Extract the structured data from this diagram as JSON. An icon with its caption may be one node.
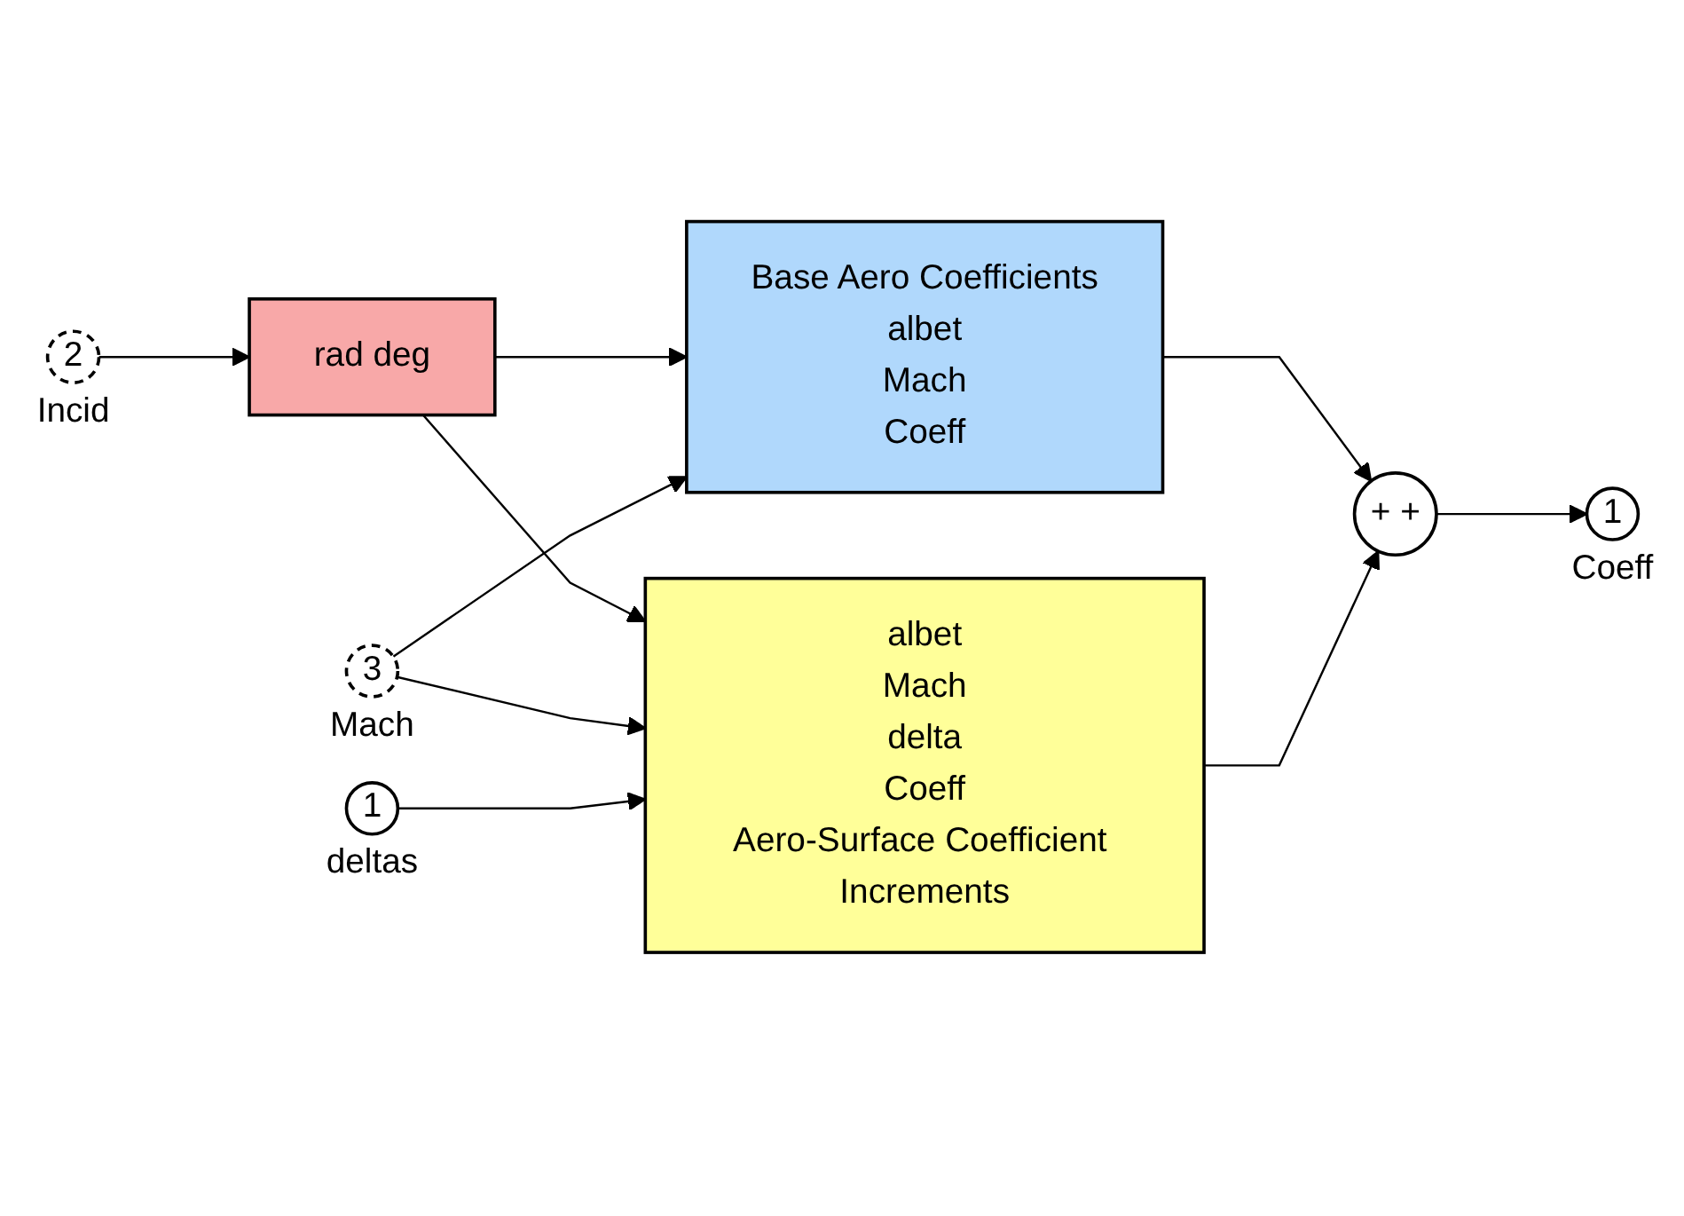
{
  "diagram": {
    "nodes": [
      {
        "text": [
          "2"
        ],
        "beside": [
          "Incid"
        ]
      },
      {
        "text": [
          "rad deg"
        ]
      },
      {
        "text": [
          "Base Aero Coefficients",
          "albet",
          "Mach",
          "Coeff"
        ]
      },
      {
        "text": [
          "+",
          "+"
        ]
      },
      {
        "text": [
          "1"
        ],
        "beside": [
          "Coeff"
        ]
      },
      {
        "text": [
          "3"
        ],
        "beside": [
          "Mach"
        ]
      },
      {
        "text": [
          "albet",
          "Mach",
          "delta",
          "Coeff",
          "Aero-Surface Coefficient Increments"
        ]
      },
      {
        "text": [
          "1"
        ],
        "beside": [
          "deltas"
        ]
      }
    ],
    "edges": [
      {
        "from": 0,
        "to": 1,
        "arrow": "to"
      },
      {
        "from": 1,
        "to": 2,
        "arrow": "to"
      },
      {
        "from": 1,
        "to": 6,
        "arrow": "to"
      },
      {
        "from": 5,
        "to": 2,
        "arrow": "to"
      },
      {
        "from": 5,
        "to": 6,
        "arrow": "to"
      },
      {
        "from": 7,
        "to": 6,
        "arrow": "to"
      },
      {
        "from": 2,
        "to": 3,
        "arrow": "to"
      },
      {
        "from": 6,
        "to": 3,
        "arrow": "to"
      },
      {
        "from": 3,
        "to": 4,
        "arrow": "to"
      }
    ]
  }
}
